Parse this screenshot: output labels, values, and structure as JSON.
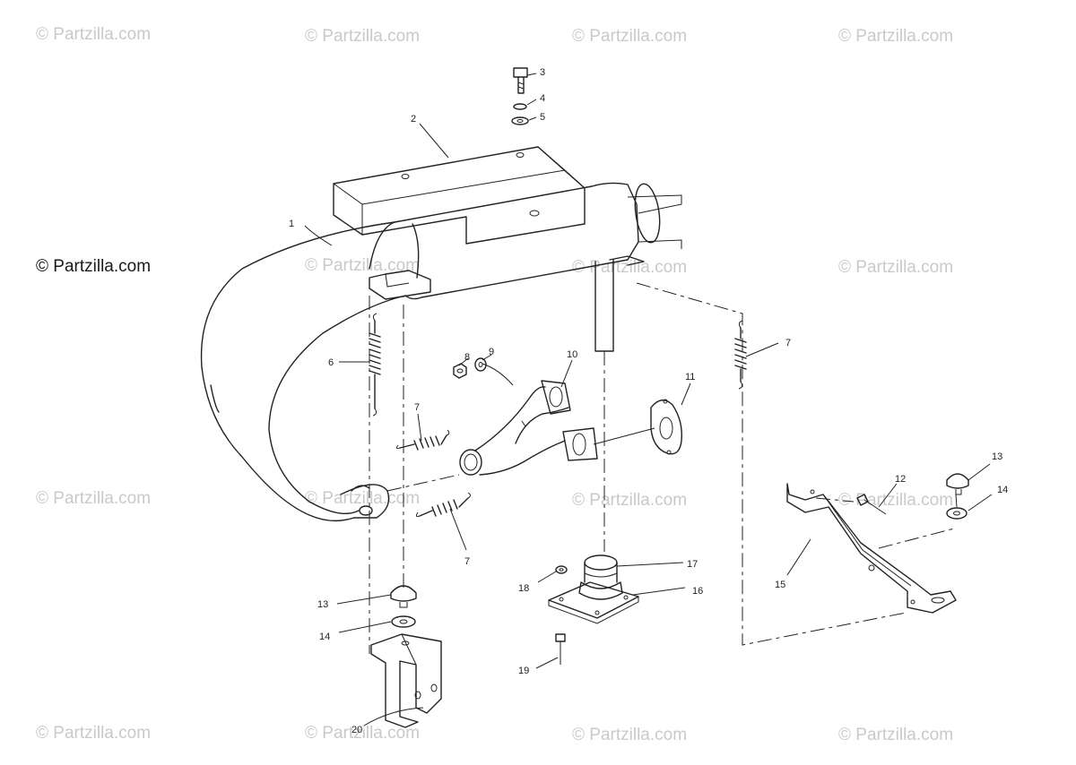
{
  "watermark": {
    "text": "© Partzilla.com",
    "main_text": "© Partzilla.com",
    "color": "#c9c9c9"
  },
  "callouts": {
    "c1": "1",
    "c2": "2",
    "c3": "3",
    "c4": "4",
    "c5": "5",
    "c6": "6",
    "c7a": "7",
    "c7b": "7",
    "c7c": "7",
    "c8": "8",
    "c9": "9",
    "c10": "10",
    "c11": "11",
    "c12": "12",
    "c13a": "13",
    "c13b": "13",
    "c14a": "14",
    "c14b": "14",
    "c15": "15",
    "c16": "16",
    "c17": "17",
    "c18": "18",
    "c19": "19",
    "c20": "20"
  },
  "colors": {
    "line": "#222222",
    "background": "#ffffff"
  }
}
